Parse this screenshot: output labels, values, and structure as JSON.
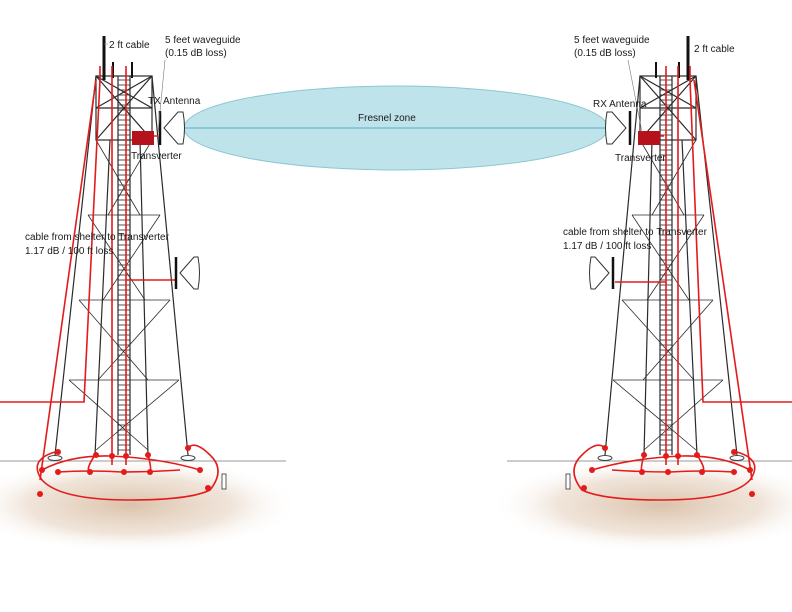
{
  "colors": {
    "cable": "#e31b1b",
    "tower_steel": "#2b2b2b",
    "fresnel_fill": "#bfe3ea",
    "fresnel_stroke": "#8cc7d3",
    "transverter": "#b5121b",
    "ground": "#d9bfa6"
  },
  "labels": {
    "fresnel_zone": "Fresnel zone",
    "left": {
      "cable_2ft": "2 ft cable",
      "waveguide_line1": "5 feet waveguide",
      "waveguide_line2": "(0.15 dB loss)",
      "antenna": "TX Antenna",
      "transverter": "Transverter",
      "cable_line1": "cable from shelter to Transverter",
      "cable_line2": "1.17 dB / 100 ft loss"
    },
    "right": {
      "cable_2ft": "2 ft cable",
      "waveguide_line1": "5 feet waveguide",
      "waveguide_line2": "(0.15 dB loss)",
      "antenna": "RX Antenna",
      "transverter": "Transverter",
      "cable_line1": "cable from shelter to Transverter",
      "cable_line2": "1.17 dB / 100 ft loss"
    }
  }
}
